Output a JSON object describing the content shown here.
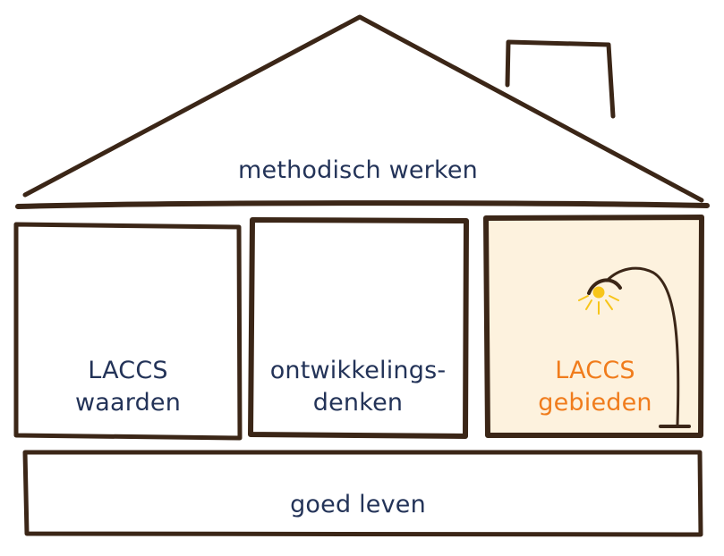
{
  "roof": {
    "label": "methodisch werken"
  },
  "pillars": [
    {
      "line1": "LACCS",
      "line2": "waarden"
    },
    {
      "line1": "ontwikkelings-",
      "line2": "denken"
    },
    {
      "line1": "LACCS",
      "line2": "gebieden"
    }
  ],
  "foundation": {
    "label": "goed leven"
  },
  "colors": {
    "stroke": "#3b2617",
    "text": "#233358",
    "highlight_text": "#f07c1c",
    "highlight_fill": "#fdf2de",
    "lamp_bulb": "#f7c51a"
  },
  "icons": {
    "lamp": "floor-lamp-icon"
  }
}
